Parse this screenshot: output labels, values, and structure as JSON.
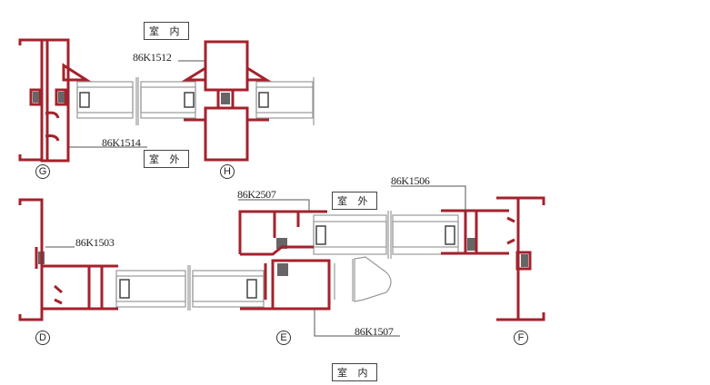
{
  "labels": {
    "indoor_top": "室 内",
    "outdoor_top": "室 外",
    "outdoor_mid": "室 外",
    "indoor_bottom": "室 内"
  },
  "parts": {
    "p1512": "86K1512",
    "p1514": "86K1514",
    "p1503": "86K1503",
    "p2507": "86K2507",
    "p1506": "86K1506",
    "p1507": "86K1507"
  },
  "sections": {
    "G": "G",
    "H": "H",
    "D": "D",
    "E": "E",
    "F": "F"
  },
  "colors": {
    "profile": "#a3222c",
    "gasket": "#555555",
    "glass": "#888888"
  }
}
